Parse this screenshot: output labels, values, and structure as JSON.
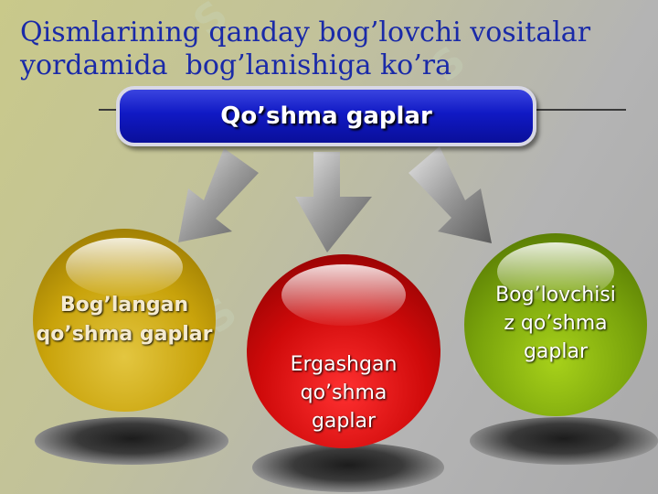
{
  "title_lines": [
    "Qismlarining qanday bog’lovchi vositalar",
    "yordamida  bog’lanishiga ko’ra"
  ],
  "center_label": "Qo’shma gaplar",
  "nodes": [
    {
      "lines": [
        "Bog’langan",
        "qo’shma gaplar"
      ]
    },
    {
      "lines": [
        "Ergashgan",
        "qo’shma",
        "gaplar"
      ]
    },
    {
      "lines": [
        "Bog’lovchisi",
        "z qo’shma",
        "gaplar"
      ]
    }
  ],
  "colors": {
    "title": "#1a2aa8",
    "banner": "#1019c4",
    "node_gold": "#c9a30b",
    "node_red": "#cf0a0a",
    "node_green": "#7aa40c",
    "arrow": "#8c8c8c"
  }
}
